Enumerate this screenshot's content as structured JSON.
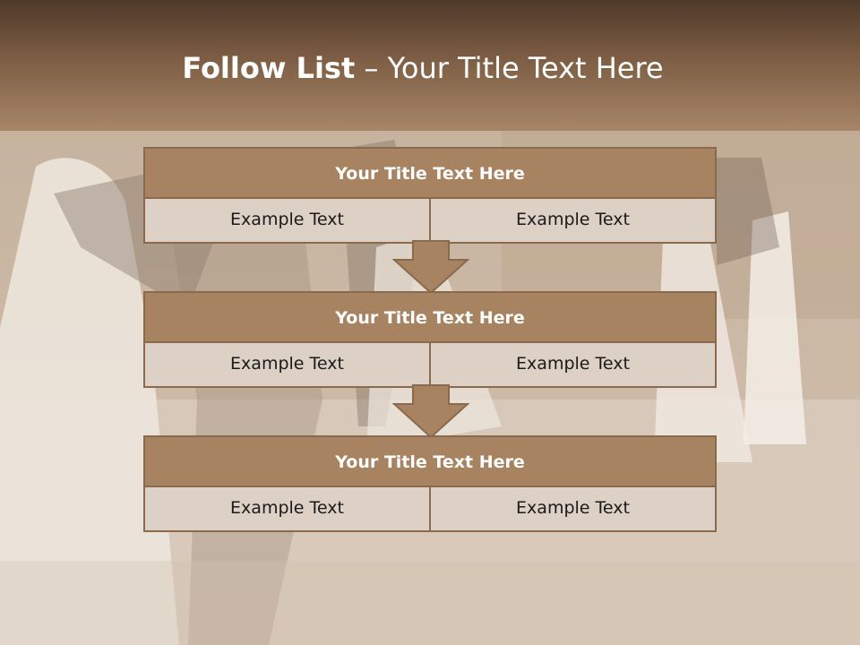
{
  "slide": {
    "title_bold": "Follow List",
    "title_rest": "– Your Title Text Here"
  },
  "steps": [
    {
      "title": "Your Title Text Here",
      "left": "Example Text",
      "right": "Example Text"
    },
    {
      "title": "Your Title Text Here",
      "left": "Example Text",
      "right": "Example Text"
    },
    {
      "title": "Your Title Text Here",
      "left": "Example Text",
      "right": "Example Text"
    }
  ],
  "colors": {
    "title_band": "#7d5e44",
    "block_header": "#a88361",
    "block_cell": "#ddd0c4",
    "border": "#8a6a4e",
    "arrow": "#a88361"
  },
  "background_image": "faded-wedding-dance-photo"
}
